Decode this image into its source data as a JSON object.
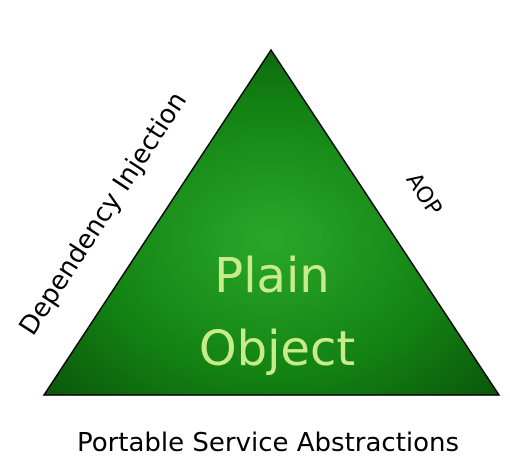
{
  "diagram": {
    "center_label_line1": "Plain",
    "center_label_line2": "Object",
    "left_edge_label": "Dependency Injection",
    "right_edge_label": "AOP",
    "bottom_edge_label": "Portable Service Abstractions"
  },
  "colors": {
    "triangle_fill_light": "#1f9a1f",
    "triangle_fill_dark": "#0b5a0b",
    "center_text": "#c9ec8a",
    "label_text": "#000000",
    "outline": "#000000"
  }
}
